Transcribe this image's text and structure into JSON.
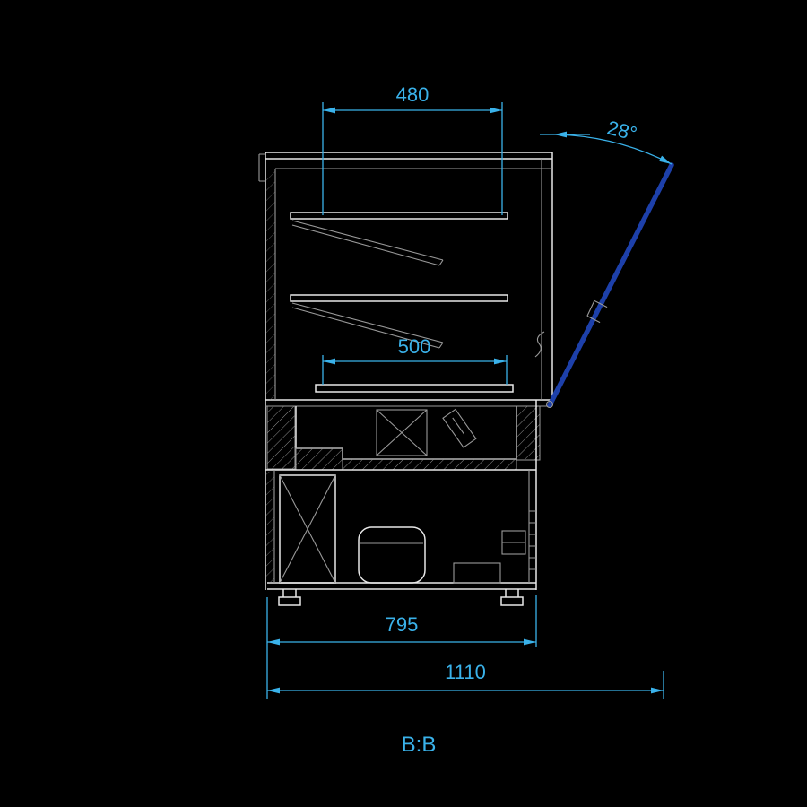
{
  "section_label": "B:B",
  "dimensions": {
    "shelf_width": "480",
    "door_angle": "28°",
    "deck_width": "500",
    "base_depth": "795",
    "overall_depth": "1110"
  },
  "colors": {
    "background": "#000000",
    "primary_line": "#e8e8e8",
    "secondary_line": "#9a9a9a",
    "dimension": "#3ab2ea",
    "door": "#1d40aa"
  }
}
